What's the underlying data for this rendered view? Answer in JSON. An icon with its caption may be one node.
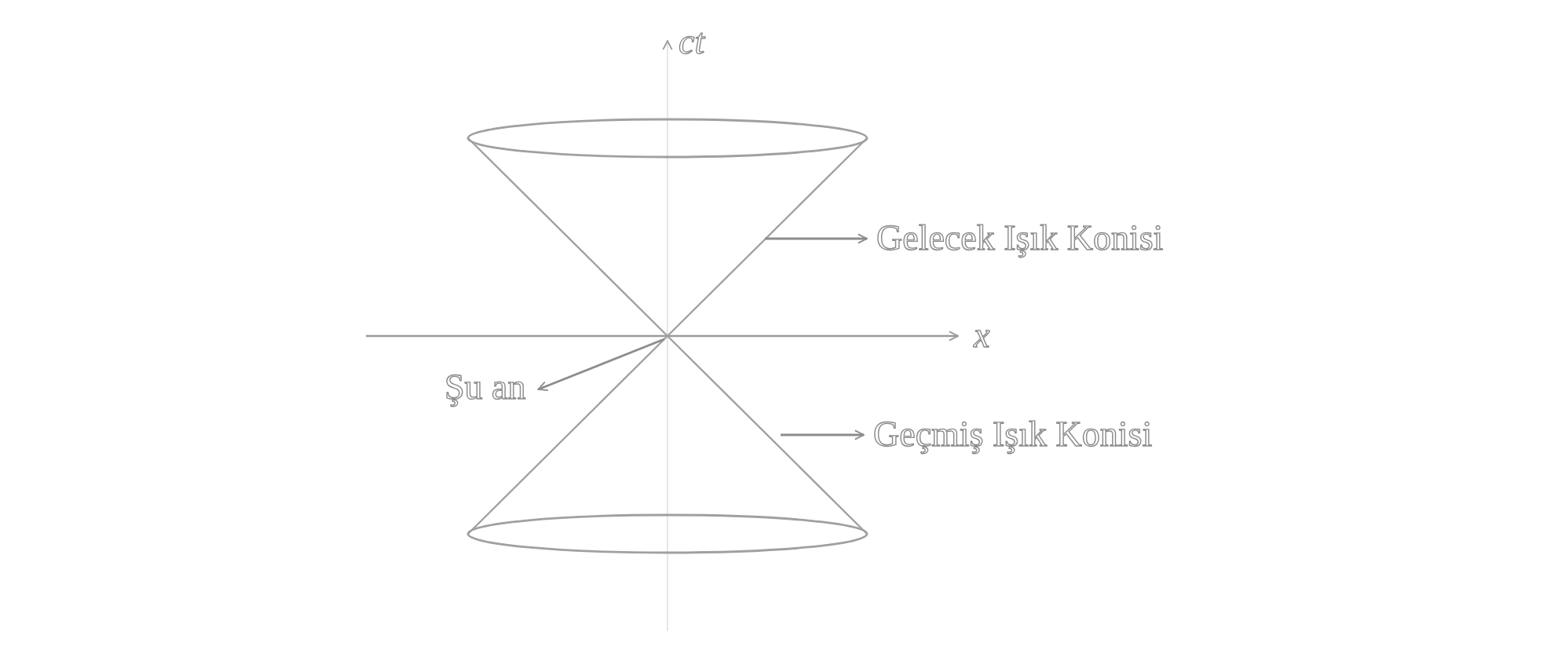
{
  "diagram": {
    "nodes": [
      {
        "text": [
          "Gelecek Işık Konisi"
        ]
      },
      {
        "text": [],
        "shape": "cone"
      },
      {
        "text": [
          "Geçmiş Işık Konisi"
        ]
      },
      {
        "text": [],
        "shape": "cone"
      },
      {
        "text": [
          "Şu an"
        ]
      }
    ],
    "edges": [
      {
        "from": 1,
        "to": 0,
        "arrow": "to"
      },
      {
        "from": 3,
        "to": 2,
        "arrow": "to"
      },
      {
        "from": 1,
        "to": 4,
        "arrow": "to"
      }
    ],
    "labels": [
      "ct",
      "x"
    ]
  }
}
